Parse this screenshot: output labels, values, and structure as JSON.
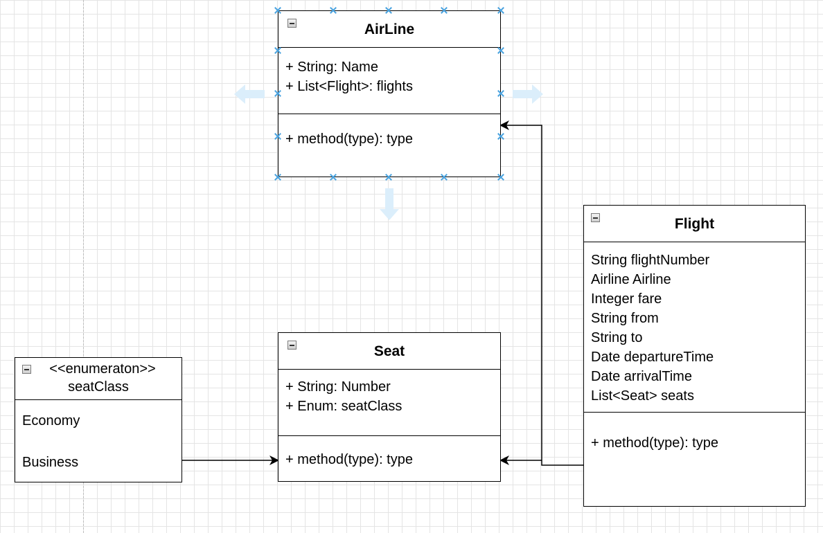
{
  "classes": {
    "airline": {
      "name": "AirLine",
      "attributes": [
        "+ String: Name",
        "+ List<Flight>: flights"
      ],
      "methods": [
        "+ method(type): type"
      ]
    },
    "flight": {
      "name": "Flight",
      "attributes": [
        "String flightNumber",
        "Airline Airline",
        "Integer fare",
        "String from",
        "String to",
        "Date departureTime",
        "Date arrivalTime",
        "List<Seat> seats"
      ],
      "methods": [
        "+ method(type): type"
      ]
    },
    "seat": {
      "name": "Seat",
      "attributes": [
        "+ String: Number",
        "+ Enum: seatClass"
      ],
      "methods": [
        "+ method(type): type"
      ]
    },
    "seatclass": {
      "stereotype": "<<enumeraton>>",
      "name": "seatClass",
      "values": [
        "Economy",
        "Business"
      ]
    }
  },
  "colors": {
    "grid": "#e4e4e4",
    "selection": "#4aa3df",
    "hint_arrow": "#dbeefb",
    "stroke": "#000000"
  },
  "icons": [
    "collapse-icon",
    "selection-handle-icon",
    "hover-arrow-icon"
  ]
}
